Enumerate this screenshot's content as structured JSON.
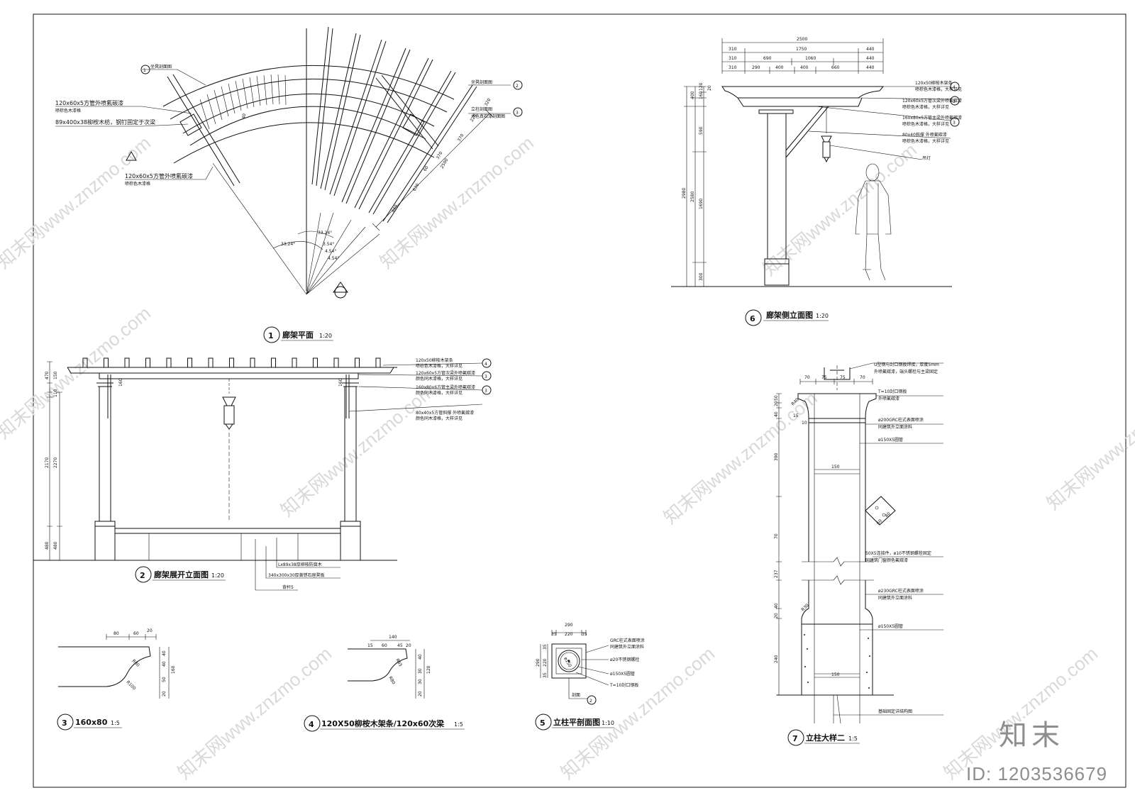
{
  "titles": {
    "v1_num": "1",
    "v1": "廊架平面",
    "v1_scale": "1:20",
    "v2_num": "2",
    "v2": "廊架展开立面图",
    "v2_scale": "1:20",
    "v3_num": "3",
    "v3": "160x80",
    "v3_scale": "1:5",
    "v4_num": "4",
    "v4": "120X50柳桉木架条/120x60次梁",
    "v4_scale": "1:5",
    "v5_num": "5",
    "v5": "立柱平剖面图",
    "v5_scale": "1:10",
    "v6_num": "6",
    "v6": "廊架侧立面图",
    "v6_scale": "1:20",
    "v7_num": "7",
    "v7": "立柱大样二",
    "v7_scale": "1:5"
  },
  "plan": {
    "callouts": [
      "坐凳剖面图",
      "120x60x5方管外喷氟碳漆",
      "喷棕色木漆格",
      "89x400x38柳桉木枋，钢钉固定于次梁",
      "120x60x5方管外喷氟碳漆",
      "喷棕色木漆格",
      "坐凳剖面图",
      "立柱剖面图",
      "木色真石漆剖面图"
    ],
    "angles": [
      "33.24°",
      "33.24°",
      "3.54°",
      "4.54°",
      "4.54°"
    ],
    "dims": [
      "440",
      "630",
      "60",
      "370",
      "2500",
      "370",
      "220",
      "320",
      "40"
    ],
    "markers": [
      "1",
      "2",
      "3"
    ]
  },
  "elevation2": {
    "callouts": [
      "120x50柳桉木架条",
      "喷棕色木漆格，大样详见",
      "120x60x5方管次梁外喷氟碳漆",
      "颜色同木漆格，大样详见",
      "160x80x6方管主梁外喷氟碳漆",
      "颜色同木漆格，大样详见",
      "80x40x5方管斜撑 外喷氟碳漆",
      "颜色同木漆格，大样详见",
      "Lx89x38厚柳桉防腐木",
      "340x300x30厚黄锈石座凳板",
      "背杆5"
    ],
    "markers": [
      "4",
      "3",
      "3"
    ],
    "dims_v": [
      "470",
      "150",
      "160",
      "110",
      "2270",
      "2170",
      "480",
      "480"
    ],
    "dim_local": "160"
  },
  "detail3": {
    "dims_top": [
      "80",
      "60",
      "20"
    ],
    "dims_right": [
      "40",
      "40",
      "160",
      "50",
      "20"
    ],
    "radii": [
      "R80",
      "R100"
    ]
  },
  "detail4": {
    "dims_top": [
      "140",
      "15",
      "60",
      "45",
      "20"
    ],
    "dims_right": [
      "40",
      "120",
      "30",
      "30",
      "20"
    ],
    "radii": [
      "R65",
      "R80"
    ]
  },
  "detail5": {
    "dims_top": [
      "290",
      "35",
      "220",
      "35"
    ],
    "dims_left": [
      "290",
      "35",
      "220",
      "35"
    ],
    "circle": "ø150",
    "callouts": [
      "GRC柱式表面喷涂",
      "同建筑外立面涂料",
      "ø20不锈钢螺栓",
      "ø150X5圆管",
      "T=10封口钢板"
    ],
    "section_label": "剖面",
    "marker": "2"
  },
  "elevation6": {
    "dims_top": [
      [
        "2500"
      ],
      [
        "310",
        "1750",
        "440"
      ],
      [
        "310",
        "690",
        "1060",
        "440"
      ],
      [
        "310",
        "290",
        "400",
        "400",
        "660",
        "440"
      ]
    ],
    "dims_left": [
      "400",
      "160",
      "120",
      "20",
      "590",
      "2980",
      "2580",
      "1690",
      "300"
    ],
    "callouts": [
      "120x50柳桉木架条",
      "喷棕色木漆格，大样详见",
      "120x60x5方管次梁外喷氟碳漆",
      "喷棕色木漆格，大样详见",
      "160x80x5方管主梁外喷氟碳漆",
      "喷棕色木漆格，大样详见",
      "80x40斜撑 外喷氟碳漆",
      "喷棕色木漆格，大样详见",
      "吊灯"
    ],
    "markers": [
      "4",
      "3",
      "3"
    ]
  },
  "detail7": {
    "dims_top": [
      "70",
      "75",
      "75",
      "70"
    ],
    "dims_left": [
      "50",
      "20",
      "40",
      "390",
      "70",
      "237",
      "40",
      "20",
      "240"
    ],
    "dims_inner": [
      "150",
      "150",
      "60",
      "40"
    ],
    "small_dims": [
      "R40",
      "15",
      "10",
      "R30"
    ],
    "callouts": [
      "U型钢与封口钢板焊接，厚度5mm",
      "外喷氟碳漆，端头螺栓与主梁固定",
      "T=10封口钢板",
      "外喷氟碳漆",
      "ø200GRC柱式表面喷涂",
      "同建筑外立面涂料",
      "ø150X5圆管",
      "50X5连接件，ø10不锈钢螺栓固定",
      "同建筑门窗颜色氟碳漆",
      "ø230GRC柱式表面喷涂",
      "同建筑外立面涂料",
      "ø150X5圆管",
      "基础固定详结构图"
    ]
  },
  "watermark": "知末网www.znzmo.com",
  "brand": "知末",
  "id_label": "ID: 1203536679"
}
